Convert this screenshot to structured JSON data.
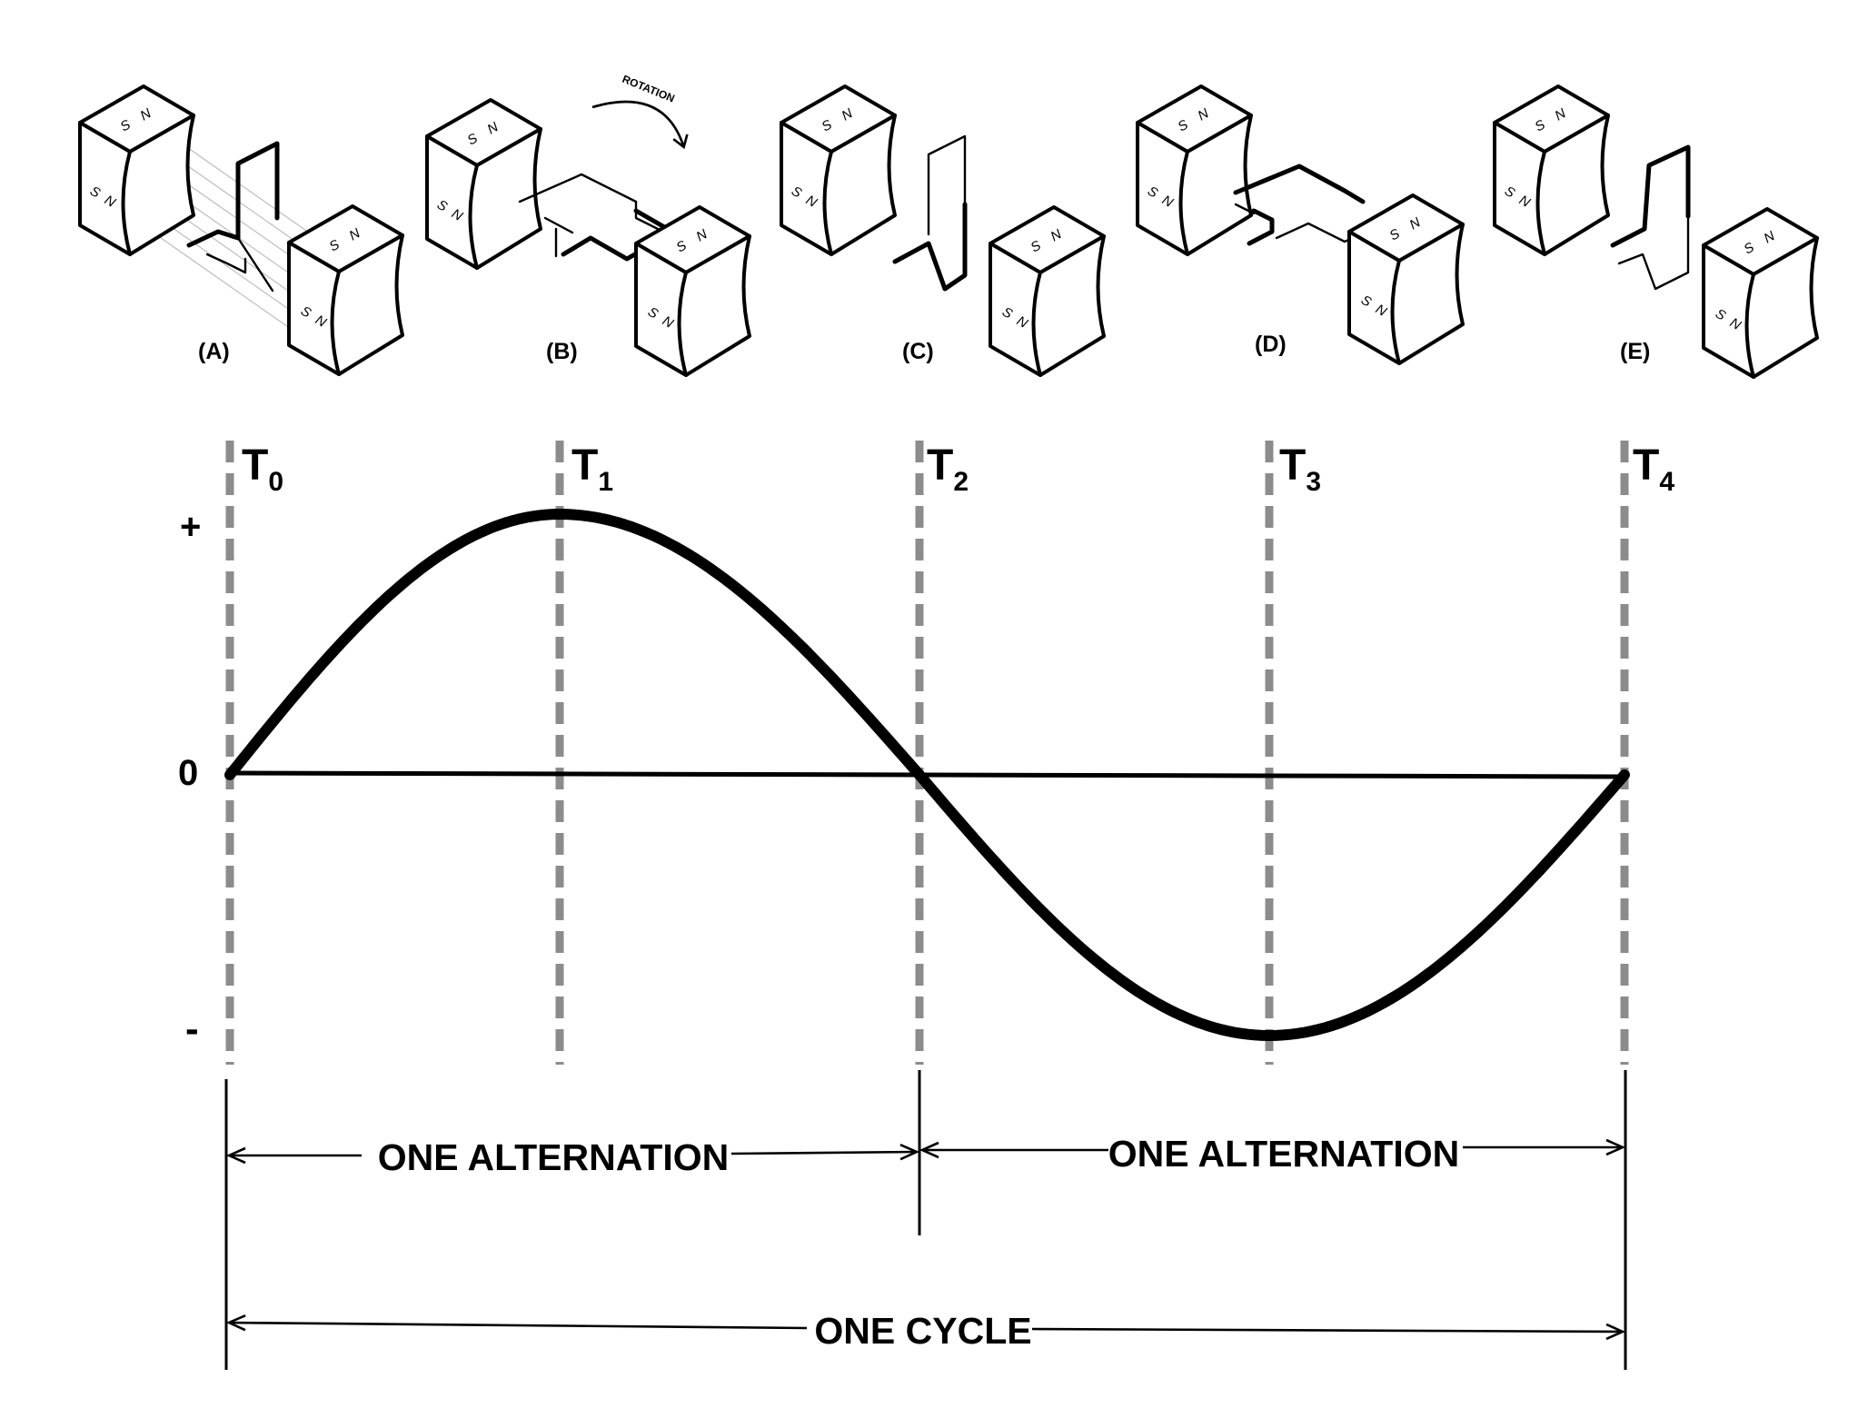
{
  "panels": [
    {
      "label": "(A)"
    },
    {
      "label": "(B)"
    },
    {
      "label": "(C)"
    },
    {
      "label": "(D)"
    },
    {
      "label": "(E)"
    }
  ],
  "rotation_label": "ROTATION",
  "pole_north": "N",
  "pole_south": "S",
  "time_markers": [
    {
      "base": "T",
      "sub": "0"
    },
    {
      "base": "T",
      "sub": "1"
    },
    {
      "base": "T",
      "sub": "2"
    },
    {
      "base": "T",
      "sub": "3"
    },
    {
      "base": "T",
      "sub": "4"
    }
  ],
  "axis_labels": {
    "positive": "+",
    "zero": "0",
    "negative": "-"
  },
  "spans": {
    "alternation_1": "ONE ALTERNATION",
    "alternation_2": "ONE ALTERNATION",
    "cycle": "ONE CYCLE"
  },
  "chart_data": {
    "type": "line",
    "series": [
      {
        "function": "sine",
        "x": [
          0,
          1,
          2,
          3,
          4
        ],
        "values": [
          0,
          1,
          0,
          -1,
          0
        ]
      }
    ],
    "x_ticks": [
      "T0",
      "T1",
      "T2",
      "T3",
      "T4"
    ],
    "ylim": [
      -1,
      1
    ],
    "colors": {
      "curve": "#000000",
      "marker_lines": "#8c8c8c"
    }
  }
}
